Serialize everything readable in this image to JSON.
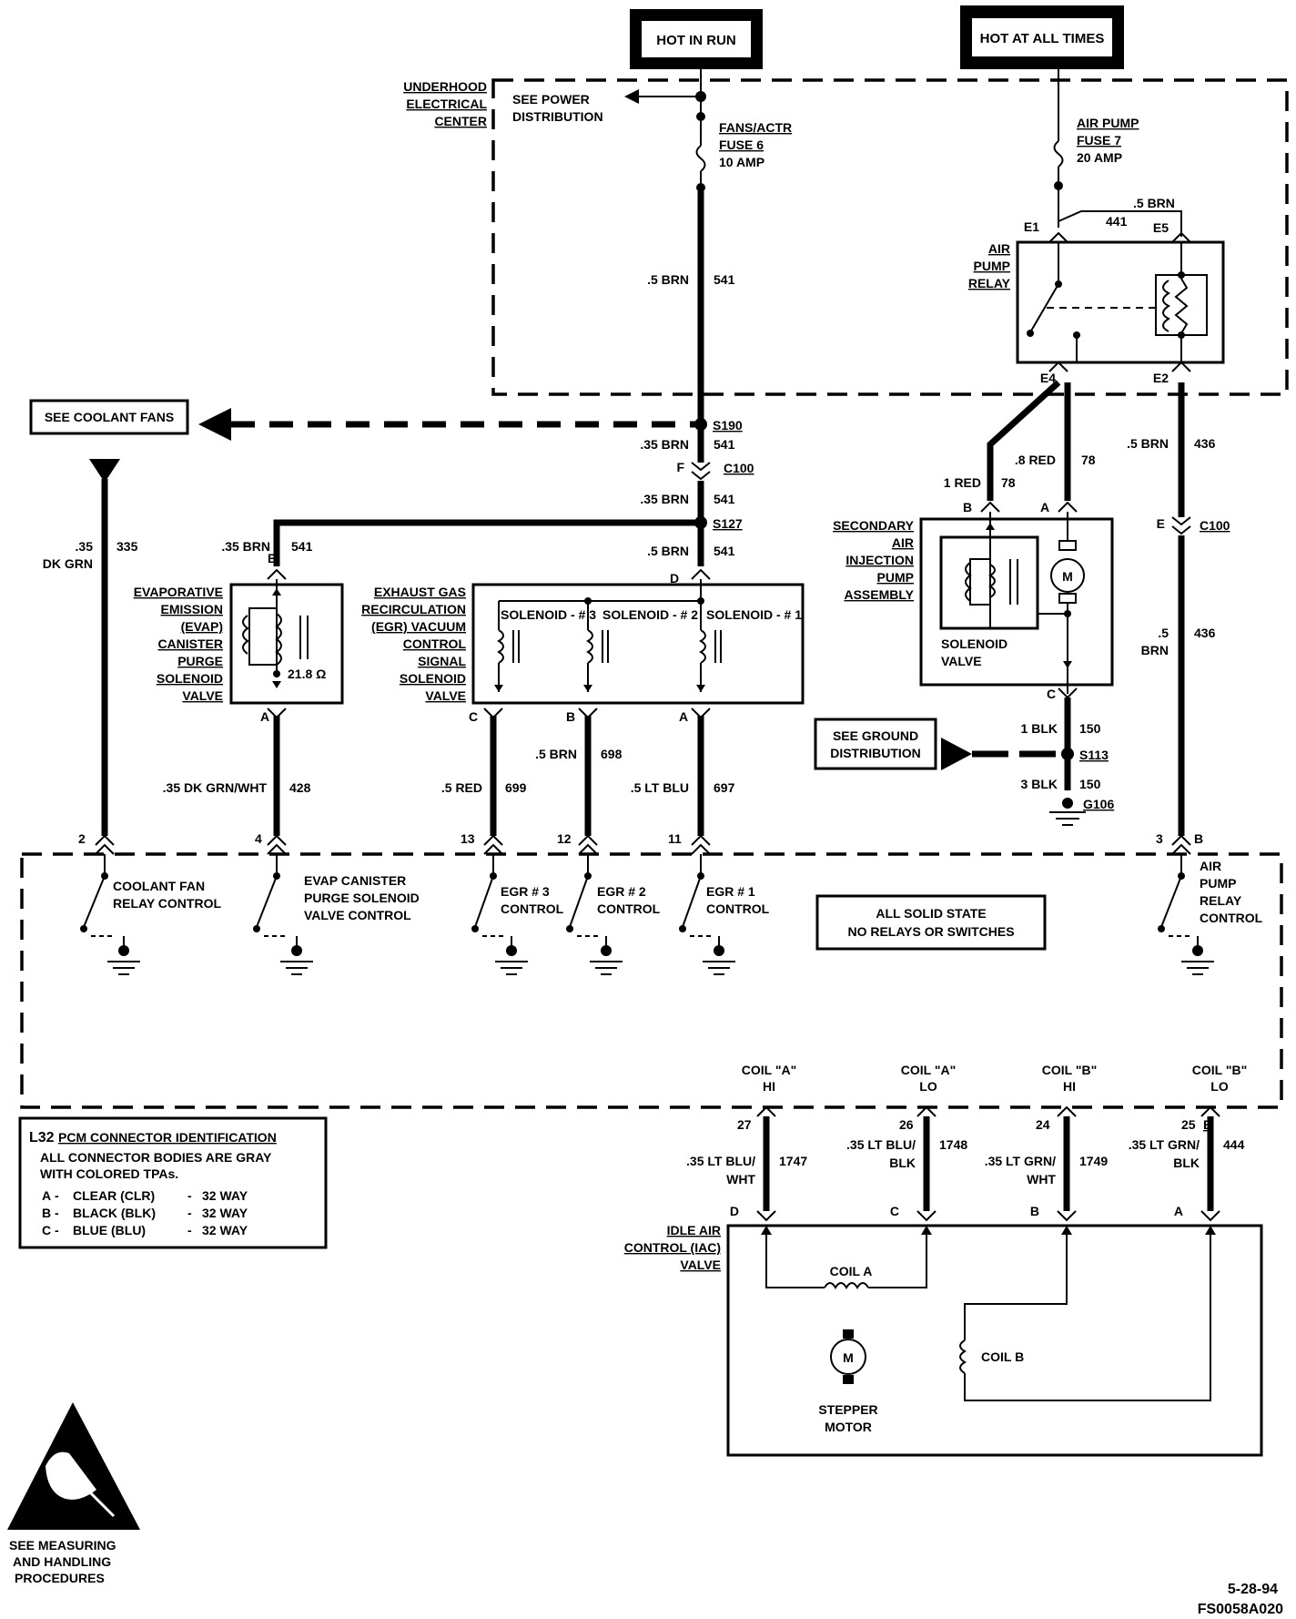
{
  "power": {
    "hot_in_run": "HOT IN RUN",
    "hot_at_all_times": "HOT AT ALL TIMES"
  },
  "uec": {
    "label": [
      "UNDERHOOD",
      "ELECTRICAL",
      "CENTER"
    ],
    "see_power": [
      "SEE POWER",
      "DISTRIBUTION"
    ],
    "fuse6": [
      "FANS/ACTR",
      "FUSE 6",
      "10 AMP"
    ],
    "fuse7": [
      "AIR PUMP",
      "FUSE 7",
      "20 AMP"
    ],
    "relay_label": [
      "AIR",
      "PUMP",
      "RELAY"
    ],
    "relay_pins": {
      "e1": "E1",
      "e5": "E5",
      "e4": "E4",
      "e2": "E2"
    },
    "relay_wire": {
      "gauge": ".5 BRN",
      "circuit": "441"
    }
  },
  "wires": {
    "w541_top": {
      "gauge": ".5 BRN",
      "circuit": "541"
    },
    "w541_a": {
      "gauge": ".35 BRN",
      "circuit": "541"
    },
    "w541_b": {
      "gauge": ".35 BRN",
      "circuit": "541"
    },
    "w541_evap": {
      "gauge": ".35 BRN",
      "circuit": "541"
    },
    "w541_egr": {
      "gauge": ".5 BRN",
      "circuit": "541"
    },
    "w335": {
      "gauge": [
        ".35",
        "DK GRN"
      ],
      "circuit": "335"
    },
    "w428": {
      "gauge": ".35 DK GRN/WHT",
      "circuit": "428"
    },
    "w699": {
      "gauge": ".5 RED",
      "circuit": "699"
    },
    "w698": {
      "gauge": ".5 BRN",
      "circuit": "698"
    },
    "w697": {
      "gauge": ".5 LT BLU",
      "circuit": "697"
    },
    "w78a": {
      "gauge": "1 RED",
      "circuit": "78"
    },
    "w78b": {
      "gauge": ".8 RED",
      "circuit": "78"
    },
    "w436a": {
      "gauge": ".5 BRN",
      "circuit": "436"
    },
    "w436b": {
      "gauge": [
        ".5",
        "BRN"
      ],
      "circuit": "436"
    },
    "w150a": {
      "gauge": "1 BLK",
      "circuit": "150"
    },
    "w150b": {
      "gauge": "3 BLK",
      "circuit": "150"
    },
    "w1747": {
      "gauge": [
        ".35 LT BLU/",
        "WHT"
      ],
      "circuit": "1747"
    },
    "w1748": {
      "gauge": [
        ".35 LT BLU/",
        "BLK"
      ],
      "circuit": "1748"
    },
    "w1749": {
      "gauge": [
        ".35 LT GRN/",
        "WHT"
      ],
      "circuit": "1749"
    },
    "w444": {
      "gauge": [
        ".35 LT GRN/",
        "BLK"
      ],
      "circuit": "444"
    }
  },
  "splices": {
    "s190": "S190",
    "s127": "S127",
    "s113": "S113",
    "c100a": "C100",
    "c100b": "C100",
    "g106": "G106"
  },
  "refs": {
    "coolant_fans": "SEE COOLANT FANS",
    "ground": [
      "SEE GROUND",
      "DISTRIBUTION"
    ]
  },
  "evap": {
    "label": [
      "EVAPORATIVE",
      "EMISSION",
      "(EVAP)",
      "CANISTER",
      "PURGE",
      "SOLENOID",
      "VALVE"
    ],
    "resistance": "21.8 Ω",
    "pin_top": "B",
    "pin_bottom": "A"
  },
  "egr": {
    "label": [
      "EXHAUST GAS",
      "RECIRCULATION",
      "(EGR) VACUUM",
      "CONTROL",
      "SIGNAL",
      "SOLENOID",
      "VALVE"
    ],
    "solenoids": [
      "SOLENOID - # 3",
      "SOLENOID - # 2",
      "SOLENOID - # 1"
    ],
    "pin_top": "D",
    "pins_bottom": [
      "C",
      "B",
      "A"
    ]
  },
  "air_pump_pins": {
    "f": "F",
    "e": "E"
  },
  "secondary_air": {
    "label": [
      "SECONDARY",
      "AIR",
      "INJECTION",
      "PUMP",
      "ASSEMBLY"
    ],
    "valve": [
      "SOLENOID",
      "VALVE"
    ],
    "motor": "M",
    "pins": {
      "b": "B",
      "a": "A",
      "c": "C"
    }
  },
  "pcm": {
    "pins_top": [
      "2",
      "4",
      "13",
      "12",
      "11",
      "3"
    ],
    "pin_b": "B",
    "coolant": [
      "COOLANT FAN",
      "RELAY CONTROL"
    ],
    "evap_ctrl": [
      "EVAP CANISTER",
      "PURGE SOLENOID",
      "VALVE CONTROL"
    ],
    "egr3": [
      "EGR # 3",
      "CONTROL"
    ],
    "egr2": [
      "EGR # 2",
      "CONTROL"
    ],
    "egr1": [
      "EGR # 1",
      "CONTROL"
    ],
    "airpump": [
      "AIR",
      "PUMP",
      "RELAY",
      "CONTROL"
    ],
    "solid_state": [
      "ALL SOLID STATE",
      "NO RELAYS OR SWITCHES"
    ],
    "coils": [
      [
        "COIL \"A\"",
        "HI"
      ],
      [
        "COIL \"A\"",
        "LO"
      ],
      [
        "COIL \"B\"",
        "HI"
      ],
      [
        "COIL \"B\"",
        "LO"
      ]
    ],
    "coil_pins": [
      "27",
      "26",
      "24",
      "25"
    ],
    "coil_pin_b": "B"
  },
  "connector_id": {
    "title": "L32",
    "title2": "PCM CONNECTOR IDENTIFICATION",
    "lines": [
      "ALL CONNECTOR BODIES ARE GRAY",
      "WITH COLORED TPAs."
    ],
    "rows": [
      {
        "k": "A",
        "v": "CLEAR (CLR)",
        "w": "32 WAY"
      },
      {
        "k": "B",
        "v": "BLACK (BLK)",
        "w": "32 WAY"
      },
      {
        "k": "C",
        "v": "BLUE (BLU)",
        "w": "32 WAY"
      }
    ]
  },
  "iac": {
    "label": [
      "IDLE AIR",
      "CONTROL (IAC)",
      "VALVE"
    ],
    "pins": [
      "D",
      "C",
      "B",
      "A"
    ],
    "coil_a": "COIL A",
    "coil_b": "COIL B",
    "motor": "M",
    "stepper": [
      "STEPPER",
      "MOTOR"
    ]
  },
  "esd": [
    "SEE MEASURING",
    "AND HANDLING",
    "PROCEDURES"
  ],
  "footer": {
    "date": "5-28-94",
    "code": "FS0058A020"
  }
}
